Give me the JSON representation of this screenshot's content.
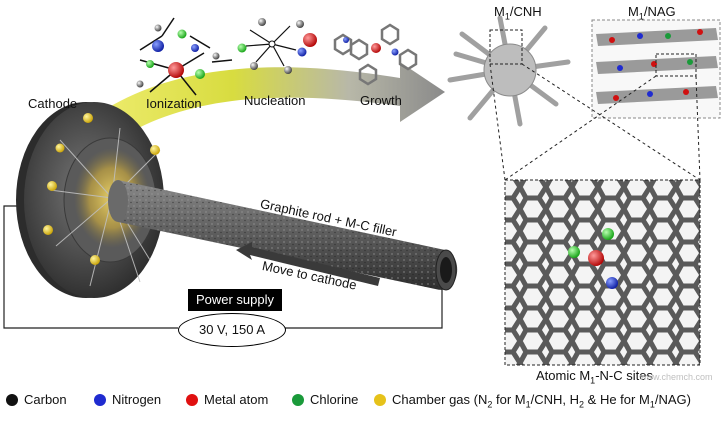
{
  "stages": {
    "cathode": "Cathode",
    "ionization": "Ionization",
    "nucleation": "Nucleation",
    "growth": "Growth"
  },
  "products": {
    "cnh_prefix": "M",
    "cnh_sub": "1",
    "cnh_suffix": "/CNH",
    "nag_prefix": "M",
    "nag_sub": "1",
    "nag_suffix": "/NAG"
  },
  "apparatus": {
    "rod_label": "Graphite rod + M-C filler",
    "move_label": "Move to cathode",
    "power_supply": "Power supply",
    "power_value": "30 V, 150 A"
  },
  "sites": {
    "prefix": "Atomic M",
    "sub": "1",
    "suffix": "-N-C sites"
  },
  "legend": [
    {
      "label": "Carbon",
      "color": "#111111"
    },
    {
      "label": "Nitrogen",
      "color": "#1f2bd0"
    },
    {
      "label": "Metal atom",
      "color": "#e01010"
    },
    {
      "label": "Chlorine",
      "color": "#1a9a3a"
    },
    {
      "label": "Chamber gas",
      "color": "#e6c21a"
    }
  ],
  "legend_gas_note": {
    "p1": "(N",
    "s1": "2",
    "p2": " for M",
    "s2": "1",
    "p3": "/CNH, H",
    "s3": "2",
    "p4": " & He for M",
    "s4": "1",
    "p5": "/NAG)"
  },
  "watermark": "www.chemch.com"
}
